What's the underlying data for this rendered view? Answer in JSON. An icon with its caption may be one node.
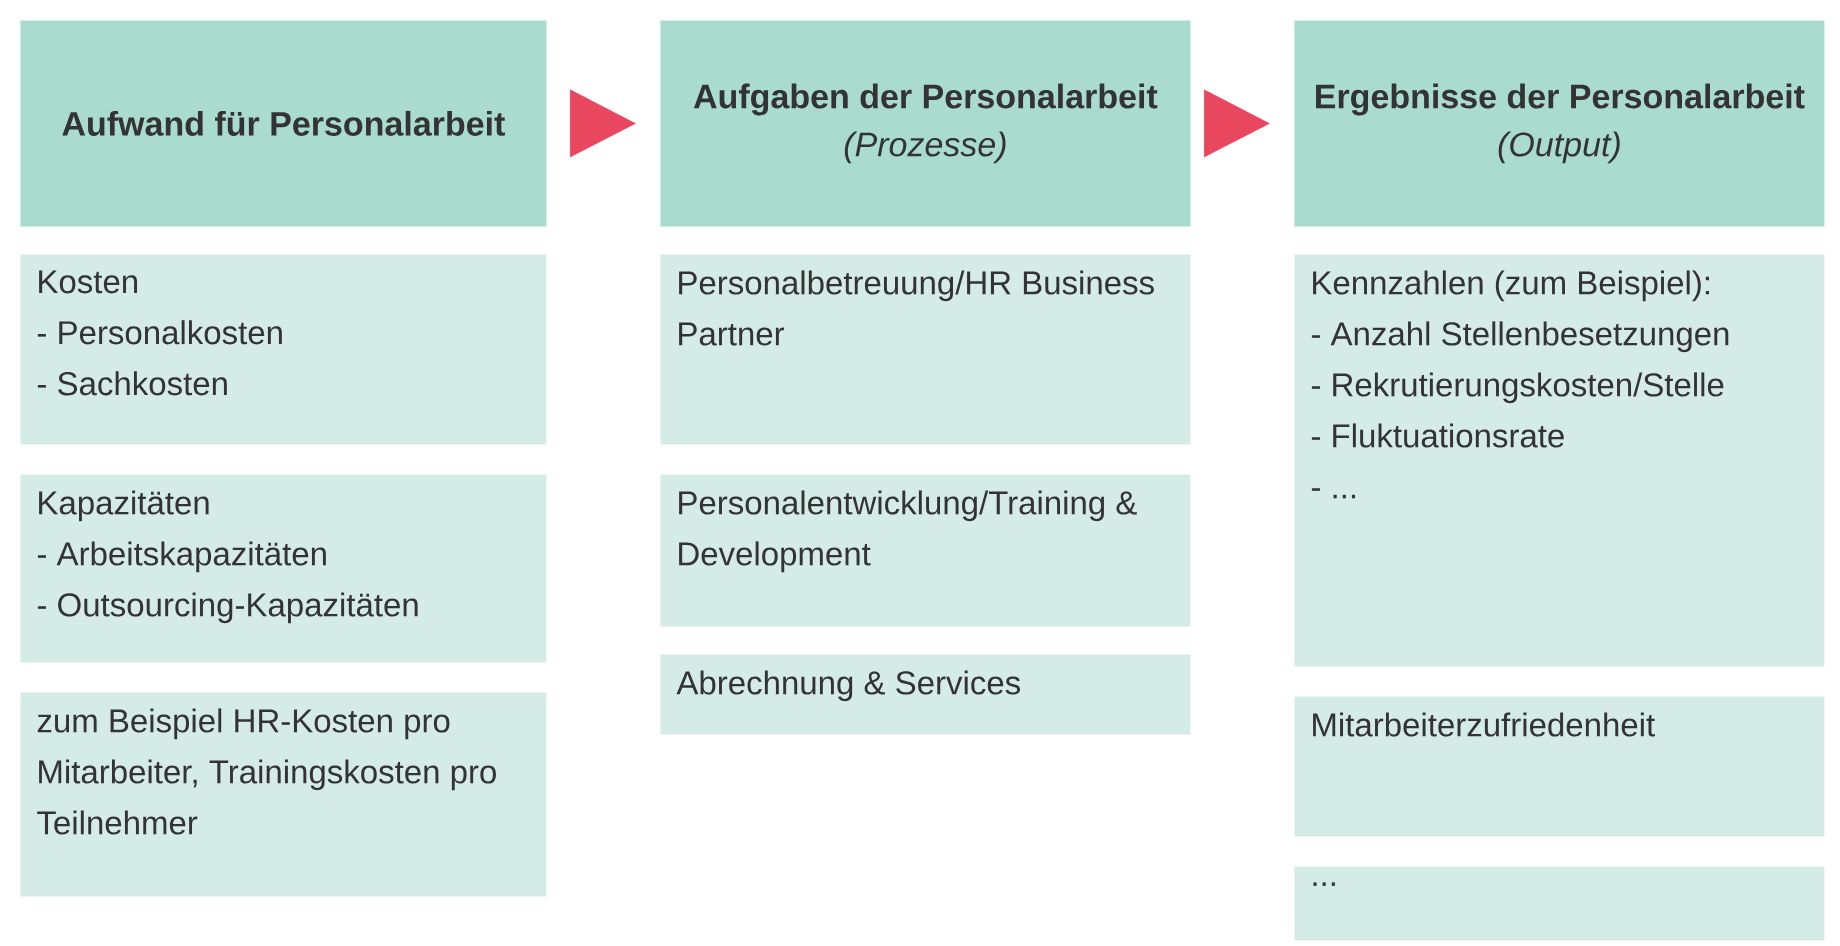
{
  "diagram": {
    "nodes": [
      {
        "text": [
          "Aufwand für Personalarbeit"
        ]
      },
      {
        "text": [
          "Aufgaben der Personalarbeit",
          "(Prozesse)"
        ]
      },
      {
        "text": [
          "Ergebnisse der Personalarbeit",
          "(Output)"
        ]
      },
      {
        "text": [
          "Kosten",
          "- Personalkosten",
          "- Sachkosten"
        ]
      },
      {
        "text": [
          "Kapazitäten",
          "- Arbeitskapazitäten",
          "- Outsourcing-Kapazitäten"
        ]
      },
      {
        "text": [
          "zum Beispiel HR-Kosten pro Mitarbeiter, Trainingskosten pro Teilnehmer"
        ]
      },
      {
        "text": [
          "Personalbetreuung/HR Business Partner"
        ]
      },
      {
        "text": [
          "Personalentwicklung/Training & Development"
        ]
      },
      {
        "text": [
          "Abrechnung & Services"
        ]
      },
      {
        "text": [
          "Kennzahlen (zum Beispiel):",
          "- Anzahl Stellenbesetzungen",
          "- Rekrutierungskosten/Stelle",
          "- Fluktuationsrate",
          "- ..."
        ]
      },
      {
        "text": [
          "Mitarbeiterzufriedenheit"
        ]
      },
      {
        "text": [
          "..."
        ]
      }
    ],
    "edges": [
      {
        "from": 0,
        "to": 1,
        "arrow": "to"
      },
      {
        "from": 1,
        "to": 2,
        "arrow": "to"
      }
    ]
  }
}
